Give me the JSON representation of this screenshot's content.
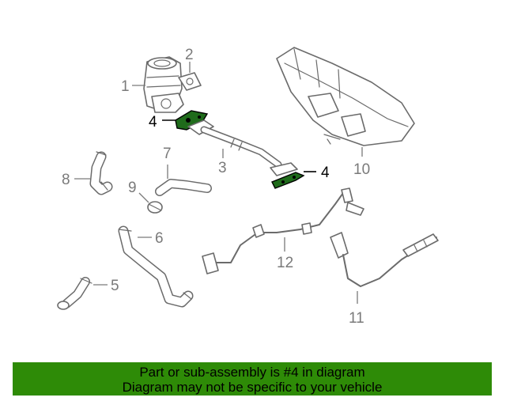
{
  "highlight_color": "#2e8b07",
  "gasket_color": "#1f6b1b",
  "callouts": {
    "c1": "1",
    "c2": "2",
    "c3": "3",
    "c4a": "4",
    "c4b": "4",
    "c5": "5",
    "c6": "6",
    "c7": "7",
    "c8": "8",
    "c9": "9",
    "c10": "10",
    "c11": "11",
    "c12": "12"
  },
  "banner": {
    "line1": "Part or sub-assembly is #4 in diagram",
    "line2": "Diagram may not be specific to your vehicle"
  }
}
